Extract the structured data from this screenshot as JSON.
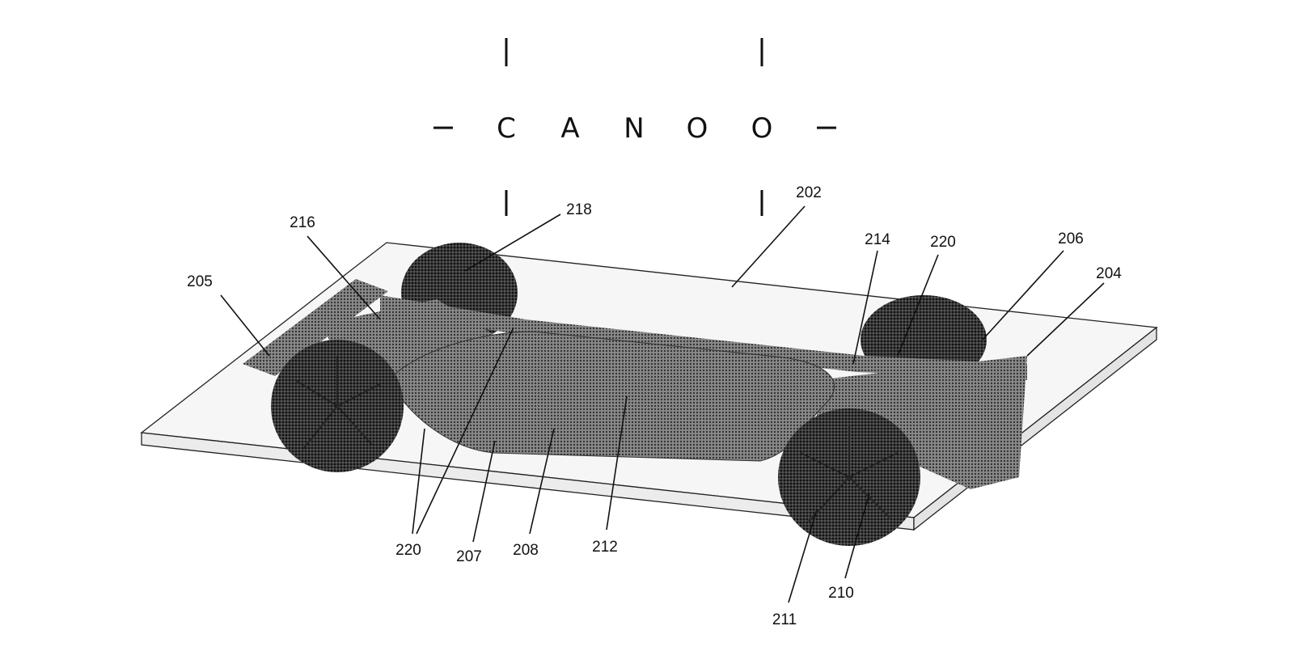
{
  "logo": {
    "text": "CANOO",
    "letters": [
      "C",
      "A",
      "N",
      "O",
      "O"
    ]
  },
  "figure": {
    "colors": {
      "ink": "#111111",
      "body": "#6b6b6b",
      "dark": "#3a3a3a",
      "platform": "#f4f4f4"
    },
    "reference_numerals": {
      "r202": "202",
      "r204": "204",
      "r205": "205",
      "r206": "206",
      "r207": "207",
      "r208": "208",
      "r210": "210",
      "r211": "211",
      "r212": "212",
      "r214": "214",
      "r216": "216",
      "r218": "218",
      "r220a": "220",
      "r220b": "220"
    }
  }
}
